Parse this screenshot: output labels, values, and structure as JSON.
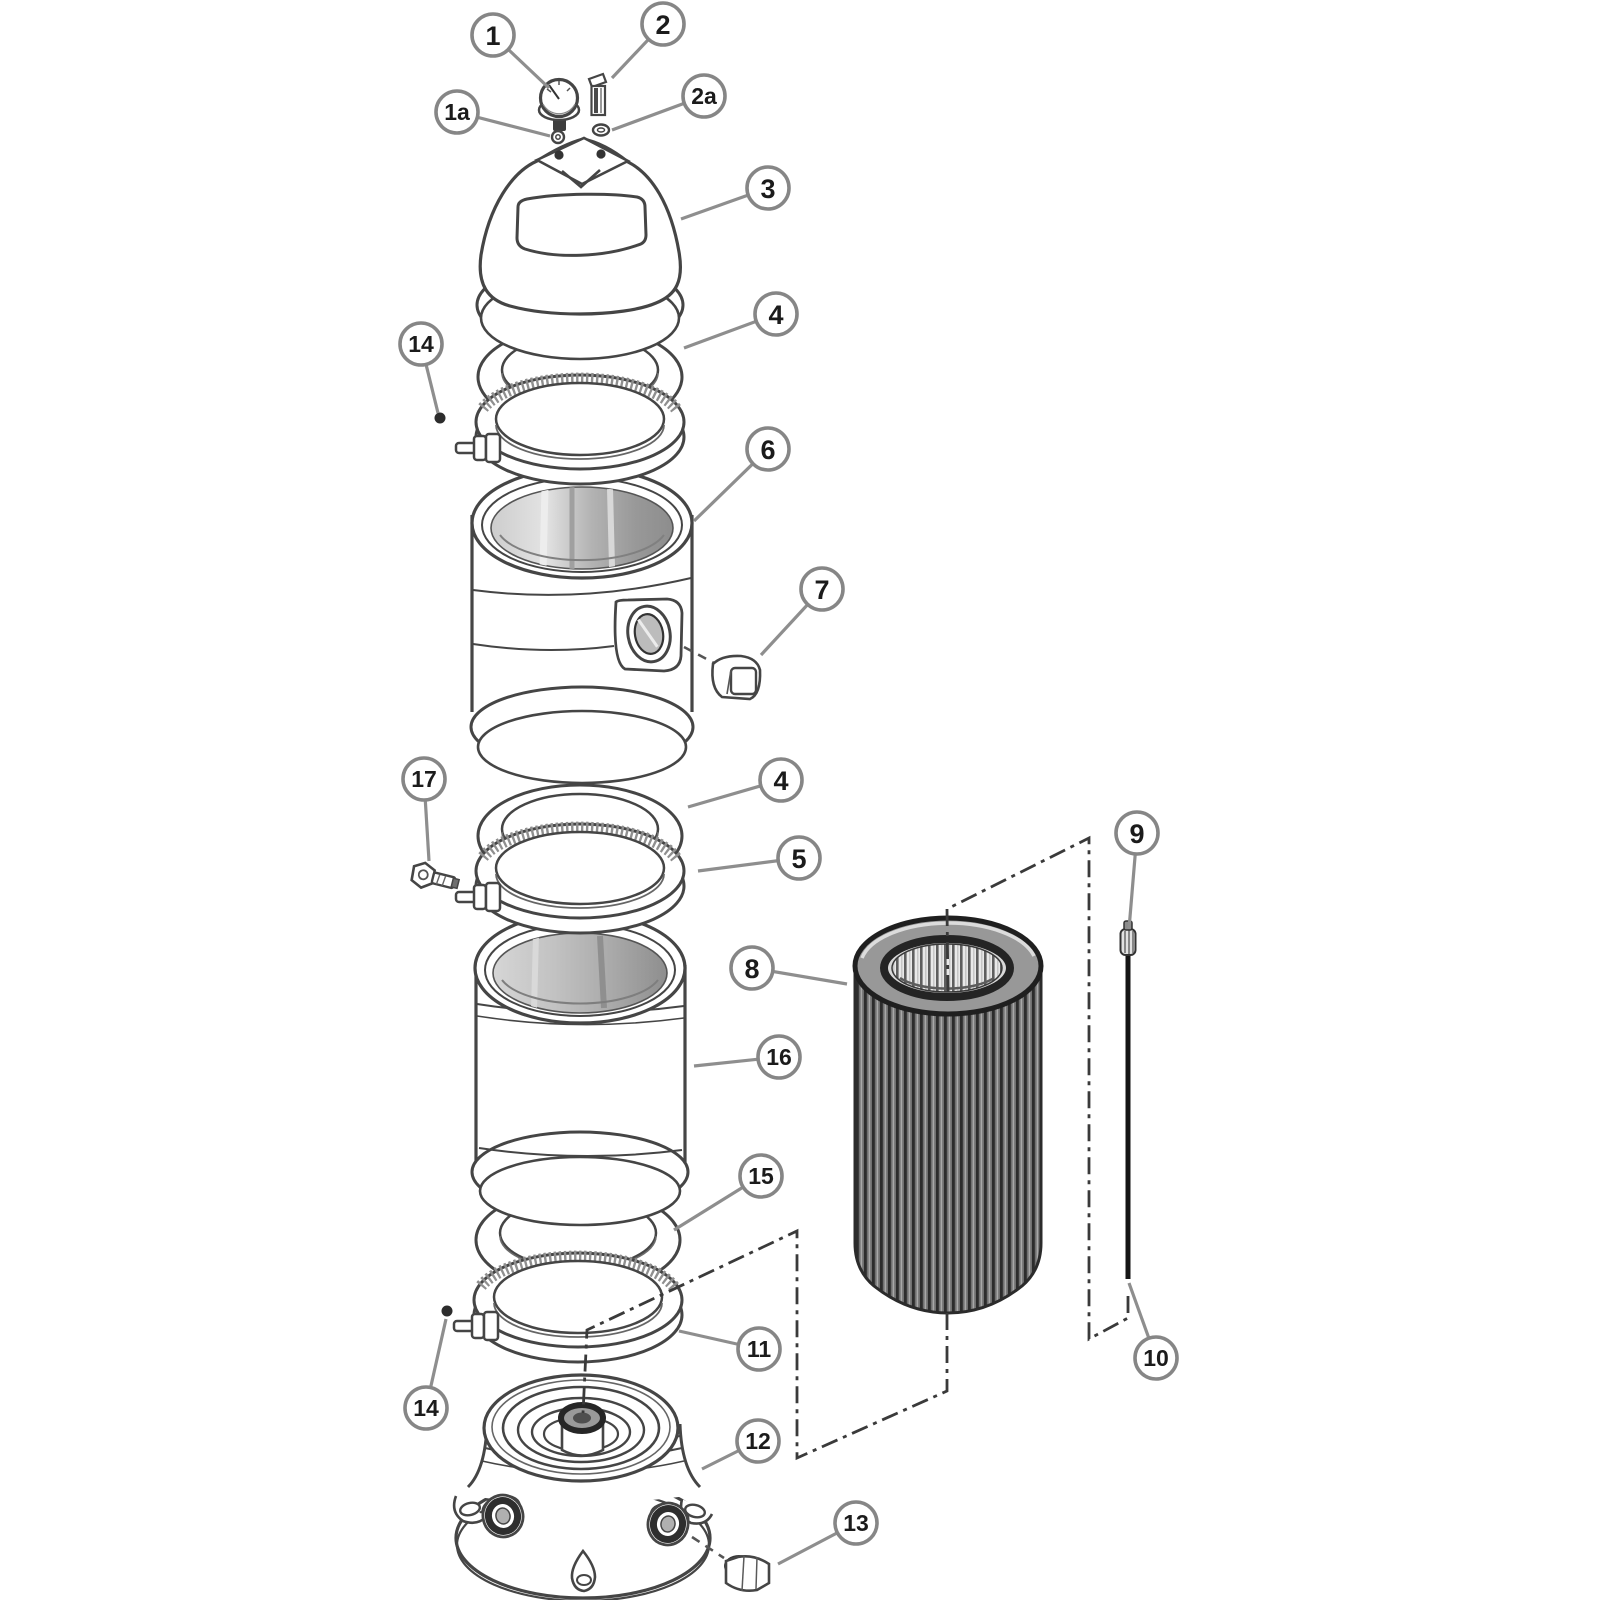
{
  "diagram": {
    "type": "exploded-parts-diagram",
    "background_color": "#ffffff",
    "line_color": "#454545",
    "leader_color": "#8e8e8e",
    "balloon_fill": "#ffffff",
    "balloon_stroke": "#868686",
    "label_color": "#1b1b1b",
    "callouts": [
      {
        "label": "1"
      },
      {
        "label": "2"
      },
      {
        "label": "1a"
      },
      {
        "label": "2a"
      },
      {
        "label": "3"
      },
      {
        "label": "4"
      },
      {
        "label": "14"
      },
      {
        "label": "6"
      },
      {
        "label": "7"
      },
      {
        "label": "17"
      },
      {
        "label": "4"
      },
      {
        "label": "5"
      },
      {
        "label": "8"
      },
      {
        "label": "9"
      },
      {
        "label": "16"
      },
      {
        "label": "15"
      },
      {
        "label": "11"
      },
      {
        "label": "14"
      },
      {
        "label": "10"
      },
      {
        "label": "12"
      },
      {
        "label": "13"
      }
    ]
  }
}
